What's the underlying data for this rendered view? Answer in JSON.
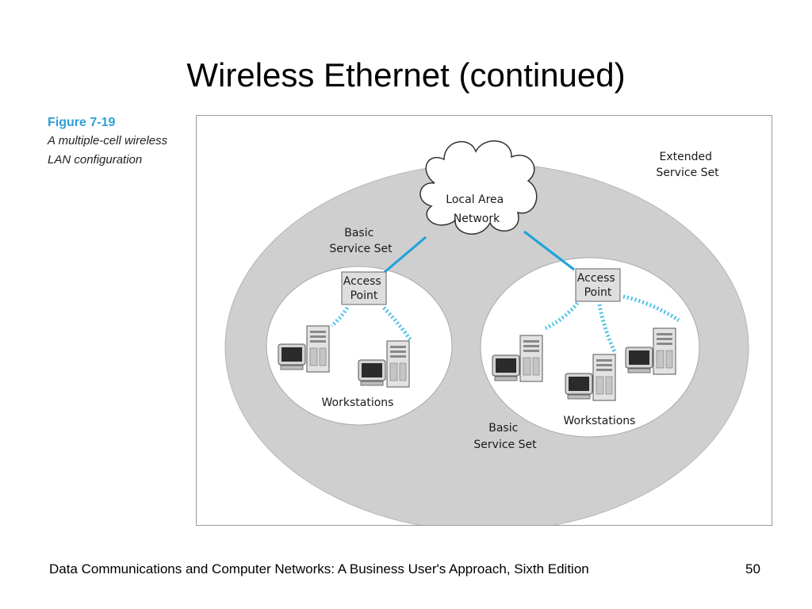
{
  "slide": {
    "title": "Wireless Ethernet (continued)",
    "footer": "Data Communications and Computer Networks: A Business User's Approach, Sixth Edition",
    "page_number": "50"
  },
  "figure": {
    "number": "Figure 7-19",
    "caption_line1": "A multiple-cell wireless",
    "caption_line2": "LAN configuration"
  },
  "diagram": {
    "extended_service_set": [
      "Extended",
      "Service Set"
    ],
    "lan": [
      "Local Area",
      "Network"
    ],
    "bss_left": [
      "Basic",
      "Service Set"
    ],
    "bss_right": [
      "Basic",
      "Service Set"
    ],
    "access_point_left": [
      "Access",
      "Point"
    ],
    "access_point_right": [
      "Access",
      "Point"
    ],
    "workstations_left": "Workstations",
    "workstations_right": "Workstations",
    "colors": {
      "ess_fill": "#cfcfcf",
      "cell_fill": "#ffffff",
      "link": "#1ea3dc",
      "wireless": "#4dc3e8",
      "access_point_fill": "#dedede"
    }
  }
}
